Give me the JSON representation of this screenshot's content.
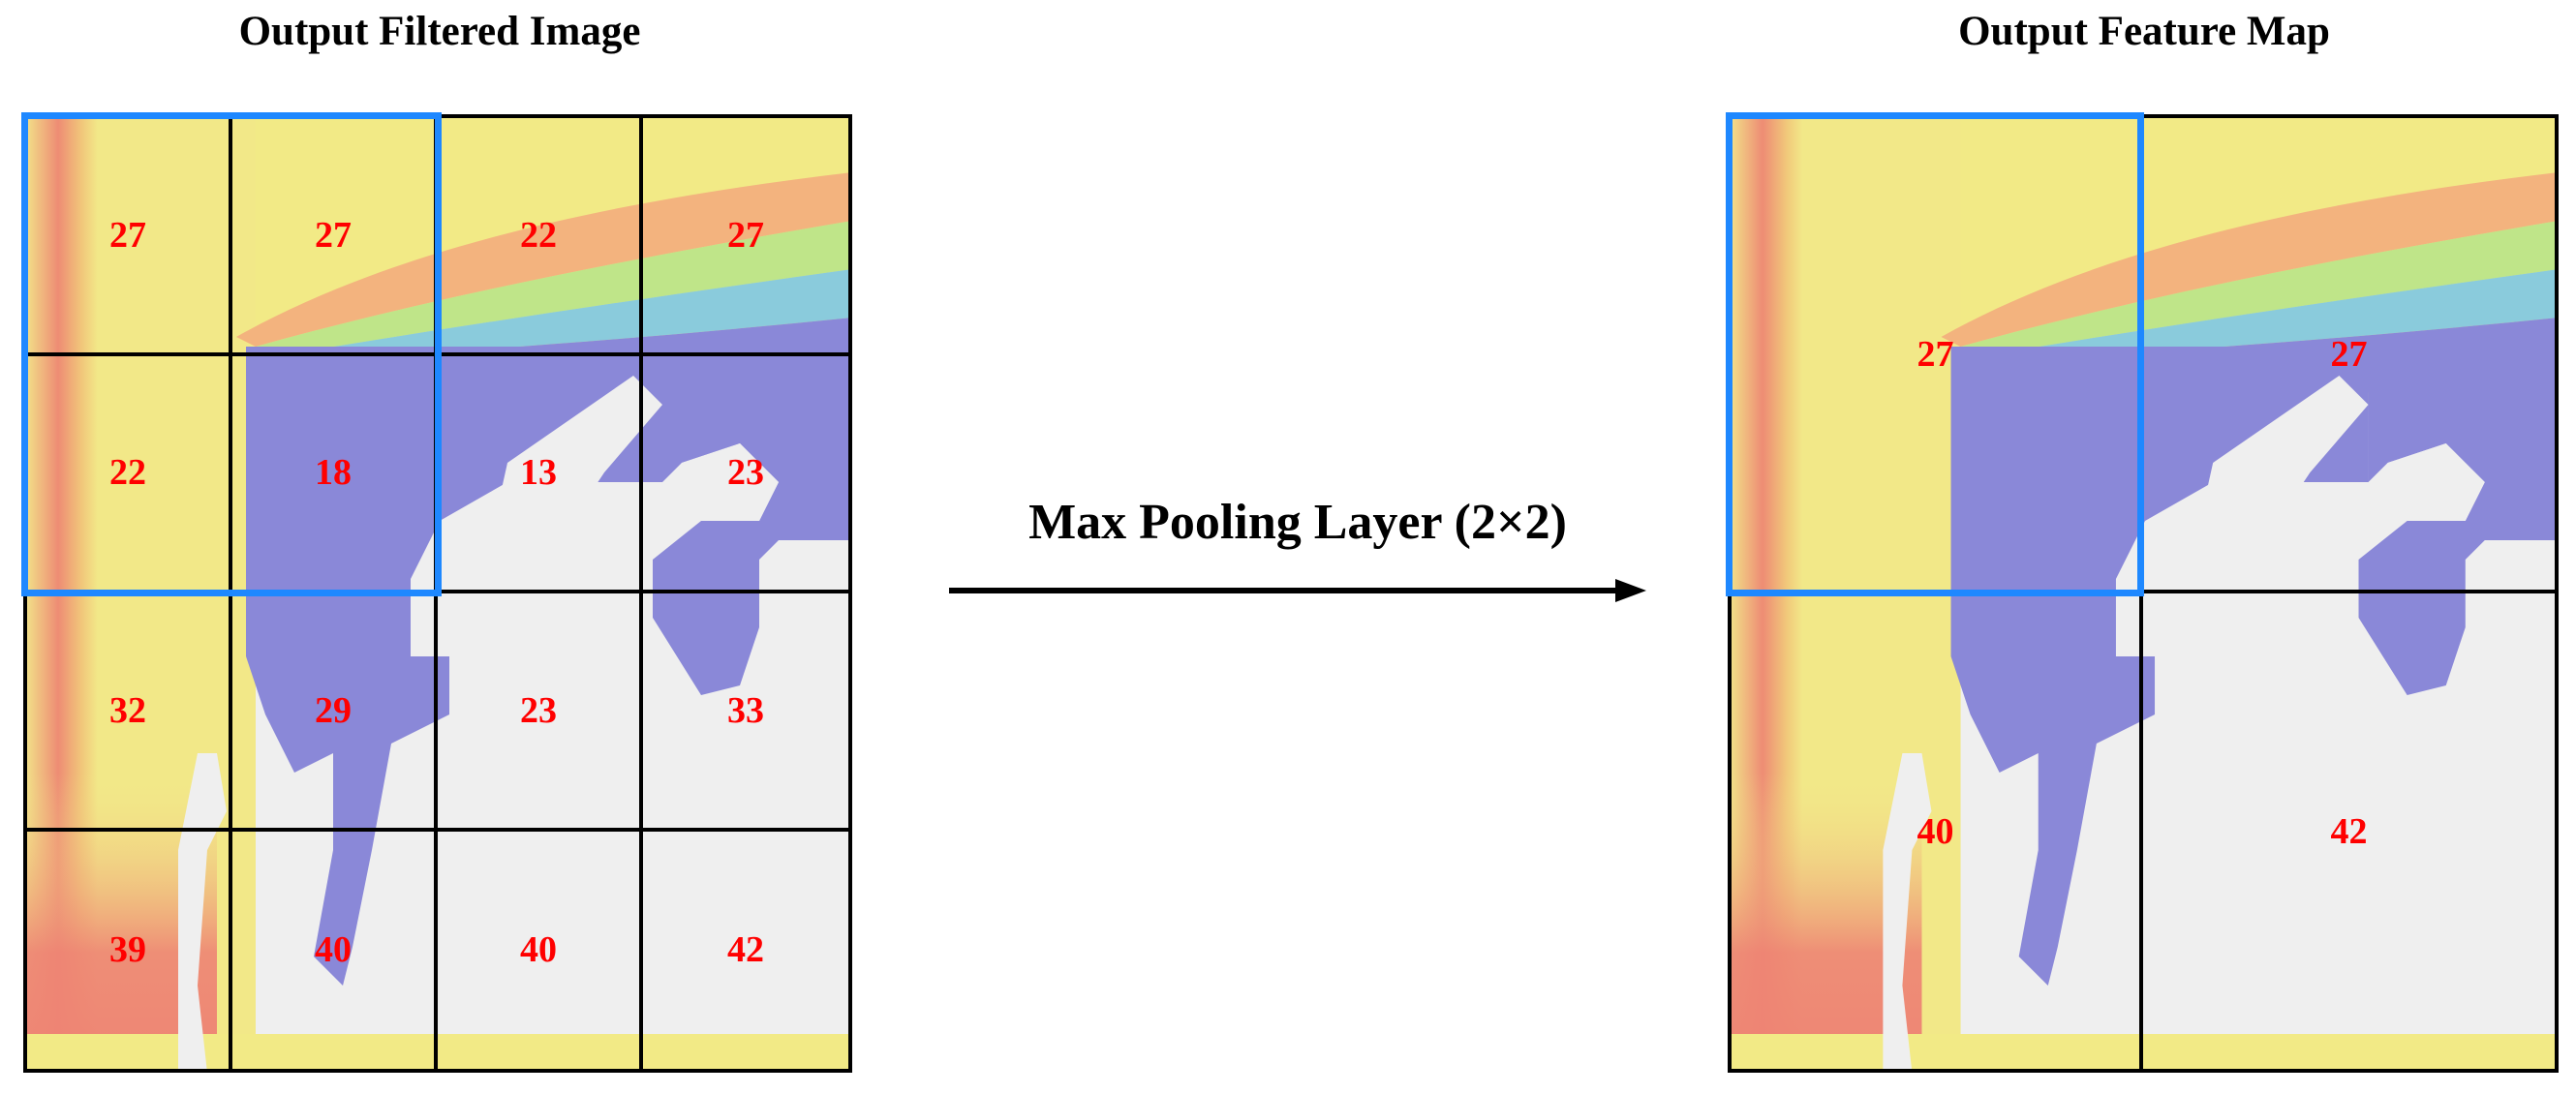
{
  "input_panel": {
    "title": "Output Filtered Image",
    "grid_rows": 4,
    "grid_cols": 4,
    "values": [
      [
        27,
        27,
        22,
        27
      ],
      [
        22,
        18,
        13,
        23
      ],
      [
        32,
        29,
        23,
        33
      ],
      [
        39,
        40,
        40,
        42
      ]
    ],
    "highlight_window": "top-left 2x2"
  },
  "operation": {
    "label": "Max Pooling Layer (2×2)"
  },
  "output_panel": {
    "title": "Output Feature Map",
    "grid_rows": 2,
    "grid_cols": 2,
    "values": [
      [
        27,
        27
      ],
      [
        40,
        42
      ]
    ],
    "highlight_window": "top-left cell"
  },
  "colors": {
    "value_text": "#ff0000",
    "highlight_border": "#1e88ff",
    "grid_line": "#000000",
    "heatmap_high": "#ee7c70",
    "heatmap_mid": "#f2ea86",
    "heatmap_low": "#8a88d8",
    "background_gray": "#efefef"
  }
}
